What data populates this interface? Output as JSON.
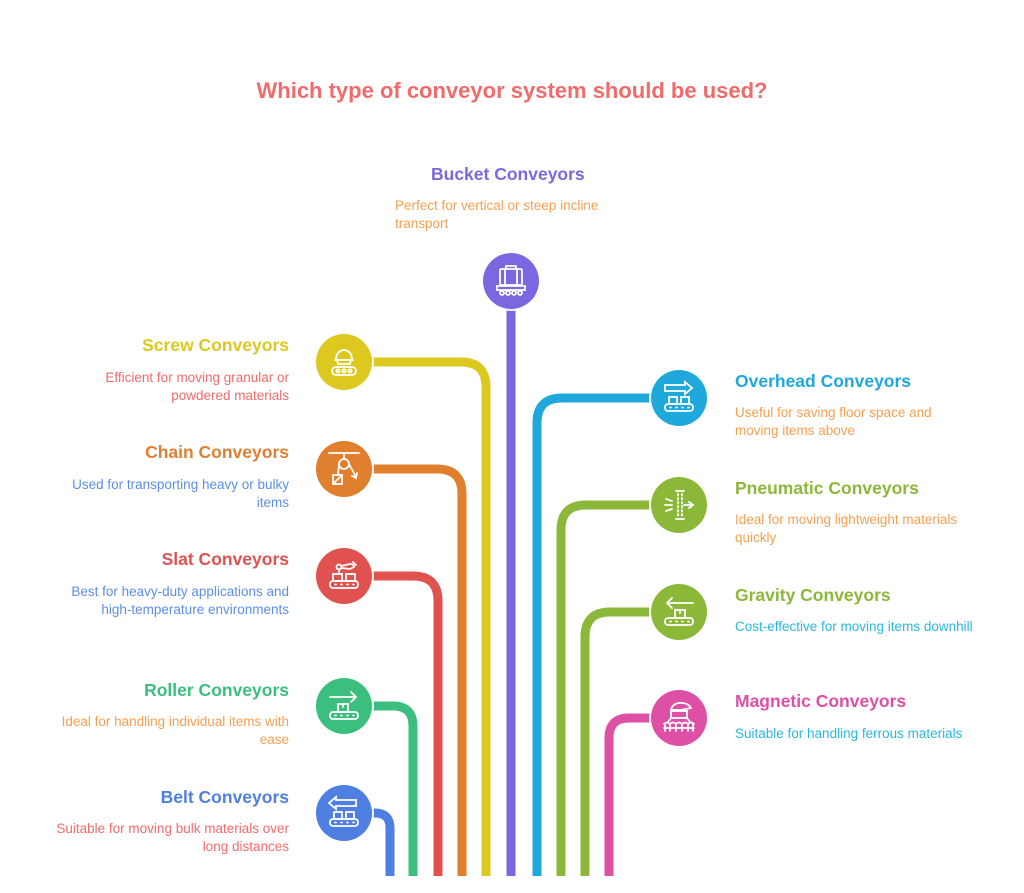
{
  "title": "Which type of conveyor system should be used?",
  "center": {
    "name": "Bucket Conveyors",
    "description": "Perfect for vertical or steep incline transport",
    "color": "#7b68e0",
    "desc_color": "#f5a050",
    "icon": "bucket-conveyor-icon"
  },
  "left": [
    {
      "name": "Screw Conveyors",
      "description": "Efficient for moving granular or powdered materials",
      "color": "#dcc81e",
      "desc_color": "#f26b6b",
      "icon": "screw-conveyor-icon"
    },
    {
      "name": "Chain Conveyors",
      "description": "Used for transporting heavy or bulky items",
      "color": "#e07f2e",
      "desc_color": "#5b8fe8",
      "icon": "chain-pulley-icon"
    },
    {
      "name": "Slat Conveyors",
      "description": "Best for heavy-duty applications and high-temperature environments",
      "color": "#e0524f",
      "desc_color": "#5b8fe8",
      "icon": "robot-arm-conveyor-icon"
    },
    {
      "name": "Roller Conveyors",
      "description": "Ideal for handling individual items with ease",
      "color": "#3cbf7e",
      "desc_color": "#f5a050",
      "icon": "roller-arrow-right-icon"
    },
    {
      "name": "Belt Conveyors",
      "description": "Suitable for moving bulk materials over long distances",
      "color": "#4f7fe0",
      "desc_color": "#f26b6b",
      "icon": "belt-arrow-left-icon"
    }
  ],
  "right": [
    {
      "name": "Overhead Conveyors",
      "description": "Useful for saving floor space and moving items above",
      "color": "#1fa8dc",
      "desc_color": "#f5a050",
      "icon": "overhead-arrow-right-icon"
    },
    {
      "name": "Pneumatic Conveyors",
      "description": "Ideal for moving lightweight materials quickly",
      "color": "#8cb83a",
      "desc_color": "#f5a050",
      "icon": "pneumatic-airflow-icon"
    },
    {
      "name": "Gravity Conveyors",
      "description": "Cost-effective for moving items downhill",
      "color": "#8cb83a",
      "desc_color": "#2ab8e0",
      "icon": "gravity-arrow-left-icon"
    },
    {
      "name": "Magnetic Conveyors",
      "description": "Suitable for handling ferrous materials",
      "color": "#de4fa6",
      "desc_color": "#2ab8e0",
      "icon": "magnetic-conveyor-icon"
    }
  ]
}
